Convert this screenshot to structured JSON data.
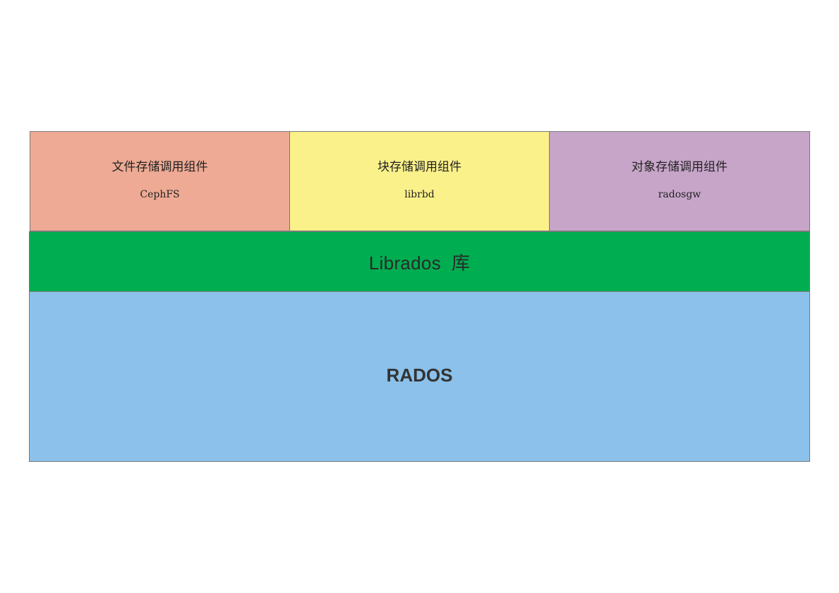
{
  "components": [
    {
      "id": "file",
      "title": "文件存储调用组件",
      "lib": "CephFS",
      "color": "#eeaa94"
    },
    {
      "id": "block",
      "title": "块存储调用组件",
      "lib": "librbd",
      "color": "#fbf18a"
    },
    {
      "id": "object",
      "title": "对象存储调用组件",
      "lib": "radosgw",
      "color": "#c7a5c9"
    }
  ],
  "librados": {
    "label": "Librados  库",
    "color": "#00ad50"
  },
  "rados": {
    "label": "RADOS",
    "color": "#8bc1ea"
  }
}
